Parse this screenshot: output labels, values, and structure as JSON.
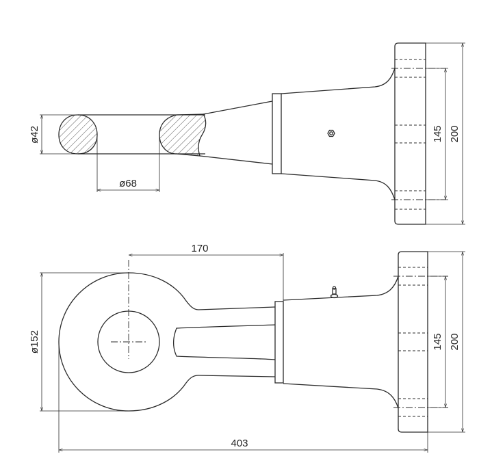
{
  "top_view": {
    "dim_section_diameter": "ø42",
    "dim_eye_diameter": "ø68",
    "dim_bolt_spacing": "145",
    "dim_flange_height": "200"
  },
  "bottom_view": {
    "dim_center_offset": "170",
    "dim_outer_diameter": "ø152",
    "dim_bolt_spacing": "145",
    "dim_flange_height": "200",
    "dim_overall_length": "403"
  },
  "colors": {
    "line": "#2a2a2a",
    "background": "#ffffff"
  }
}
